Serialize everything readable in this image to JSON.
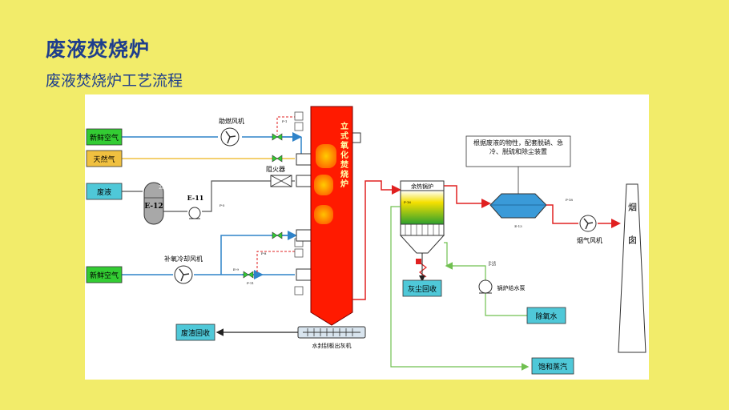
{
  "header": {
    "title": "废液焚烧炉",
    "subtitle": "废液焚烧炉工艺流程"
  },
  "diagram": {
    "inputs": {
      "fresh_air_1": "新鲜空气",
      "natural_gas": "天然气",
      "waste_liquid": "废液",
      "fresh_air_2": "新鲜空气"
    },
    "equipment": {
      "combustion_fan": "助燃风机",
      "flame_arrester": "阻火器",
      "supplement_fan": "补氧冷却风机",
      "e11_pump": "E-11",
      "e12_tank": "E-12",
      "tank_tag": "28",
      "furnace": "立式氧化焚烧炉",
      "ash_conveyor": "水封刮板出灰机",
      "waste_heat_boiler": "余热锅炉",
      "feed_pump": "锅炉给水泵",
      "note": "根据废液的物性，配套脱硝、急冷、脱硫和除尘装置",
      "treatment_tag": "E-13",
      "flue_fan": "烟气风机",
      "chimney": "烟囱"
    },
    "outputs": {
      "slag_recovery": "废渣回收",
      "dust_recovery": "灰尘回收",
      "deoxygenated_water": "除氧水",
      "saturated_steam": "饱和蒸汽"
    },
    "tags": {
      "t1": "P-1",
      "t2": "P-5",
      "t3": "P-8",
      "t4": "E-9",
      "t5": "P-11",
      "t6": "P-16",
      "t7": "P-18",
      "t8": "P-20",
      "t9": "P-24"
    },
    "colors": {
      "air_line": "#2f83c9",
      "gas_line": "#f0c040",
      "hot_line": "#e02020",
      "water_line": "#70c050",
      "furnace": "#ff1a00",
      "input_box": "#33cc33",
      "output_box": "#4fc8d8"
    }
  }
}
